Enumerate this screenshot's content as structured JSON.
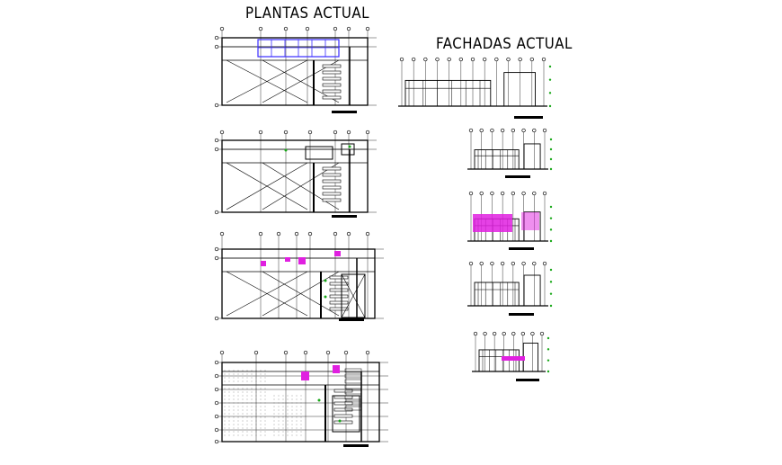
{
  "titles": {
    "plantas": "PLANTAS ACTUAL",
    "fachadas": "FACHADAS ACTUAL"
  },
  "colors": {
    "line": "#000000",
    "accent_blue": "#3a2cff",
    "accent_magenta": "#e020e0",
    "accent_green": "#18a818",
    "background": "#ffffff"
  },
  "sheets": {
    "plans": [
      {
        "name": "plan-1"
      },
      {
        "name": "plan-2"
      },
      {
        "name": "plan-3"
      },
      {
        "name": "plan-4"
      }
    ],
    "elevations": [
      {
        "name": "elevation-main"
      },
      {
        "name": "elevation-2"
      },
      {
        "name": "elevation-3"
      },
      {
        "name": "elevation-4"
      },
      {
        "name": "elevation-5"
      }
    ]
  }
}
